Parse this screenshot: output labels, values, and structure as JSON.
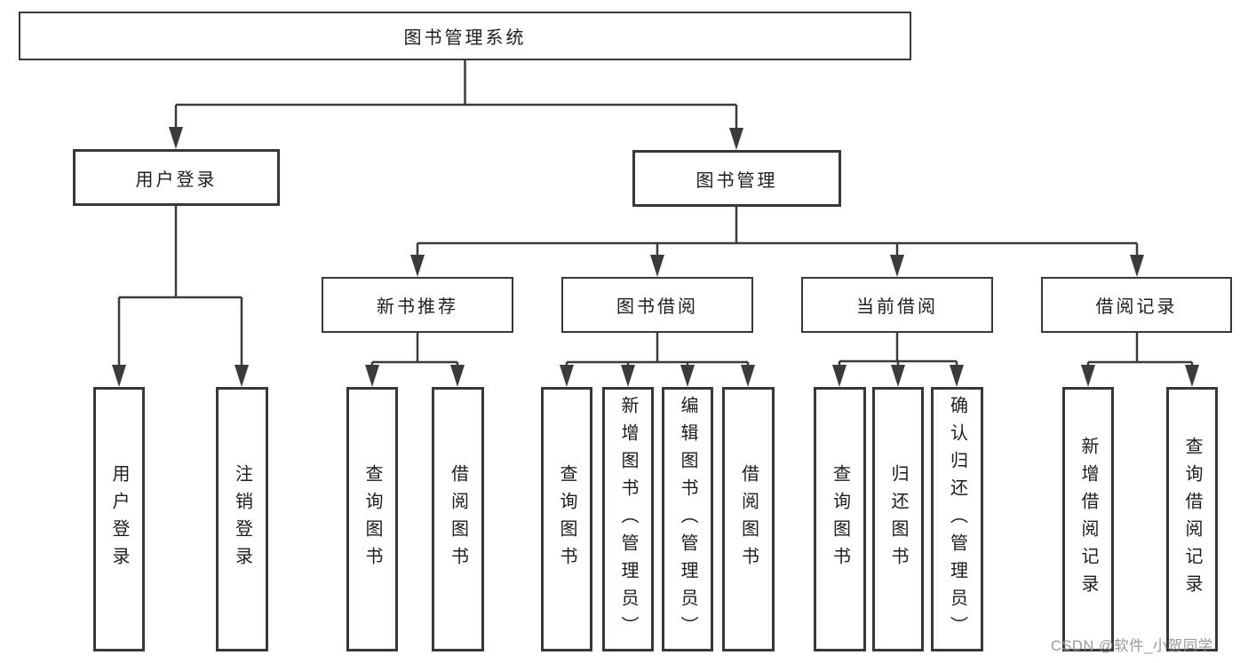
{
  "nodes": {
    "root": "图书管理系统",
    "level2": [
      "用户登录",
      "图书管理"
    ],
    "level3": [
      "新书推荐",
      "图书借阅",
      "当前借阅",
      "借阅记录"
    ],
    "leaf_groups": [
      [
        "用户登录",
        "注销登录"
      ],
      [
        "查询图书",
        "借阅图书"
      ],
      [
        "查询图书",
        "新增图书（管理员）",
        "编辑图书（管理员）",
        "借阅图书"
      ],
      [
        "查询图书",
        "归还图书",
        "确认归还（管理员）"
      ],
      [
        "新增借阅记录",
        "查询借阅记录"
      ]
    ]
  },
  "watermark": "CSDN @软件_小贺同学",
  "colors": {
    "line": "#3b3b3b",
    "box_border": "#383838",
    "box_fill": "#ffffff",
    "text": "#1d1d1d",
    "watermark": "#919191"
  }
}
